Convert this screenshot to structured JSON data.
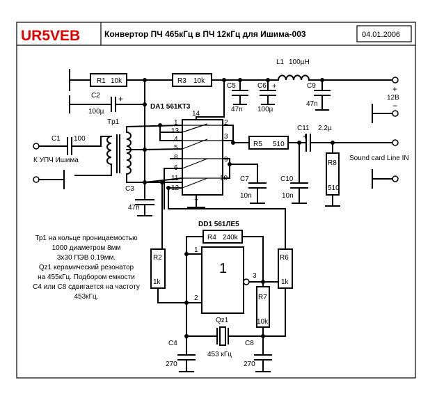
{
  "header": {
    "callsign": "UR5VEB",
    "title": "Конвертор ПЧ 465кГц в ПЧ 12кГц для Ишима-003",
    "date": "04.01.2006",
    "callsign_color": "#e00000"
  },
  "components": {
    "R1": "R1",
    "R1v": "10k",
    "R3": "R3",
    "R3v": "10k",
    "L1": "L1",
    "L1v": "100µH",
    "C2": "C2",
    "C2v": "100µ",
    "C5": "C5",
    "C5v": "47n",
    "C6": "C6",
    "C6v": "100µ",
    "C9": "C9",
    "C9v": "47n",
    "DA1": "DA1 561КТ3",
    "Tp1": "Tp1",
    "C1": "C1",
    "C1v": "100",
    "R5": "R5",
    "R5v": "510",
    "C11": "C11",
    "C11v": "2.2µ",
    "R8": "R8",
    "R8v": "510",
    "C3": "C3",
    "C3v": "47n",
    "C7": "C7",
    "C7v": "10n",
    "C10": "C10",
    "C10v": "10n",
    "DD1": "DD1 561ЛЕ5",
    "R4": "R4",
    "R4v": "240k",
    "R2": "R2",
    "R2v": "1k",
    "R6": "R6",
    "R6v": "1k",
    "R7": "R7",
    "R7v": "10k",
    "gate": "1",
    "Qz1": "Qz1",
    "Qz1v": "453 кГц",
    "C4": "C4",
    "C4v": "270",
    "C8": "C8",
    "C8v": "270"
  },
  "labels": {
    "plus": "+",
    "minus": "−",
    "v12": "12В",
    "input": "К УПЧ Ишима",
    "output": "Sound card Line IN"
  },
  "pins": {
    "p1": "1",
    "p2": "2",
    "p3": "3",
    "p4": "4",
    "p5": "5",
    "p6": "6",
    "p7": "7",
    "p8": "8",
    "p9": "9",
    "p10": "10",
    "p11": "11",
    "p12": "12",
    "p13": "13",
    "p14": "14",
    "dd1": "1",
    "dd2": "2",
    "dd3": "3"
  },
  "note": [
    "Тр1 на кольце проницаемостью",
    "1000 диаметром 8мм",
    "3х30 ПЭВ 0.19мм.",
    "Qz1 керамический резонатор",
    "на 455кГц. Подбором емкости",
    "С4 или С8 сдвигается на частоту",
    "453кГц."
  ]
}
